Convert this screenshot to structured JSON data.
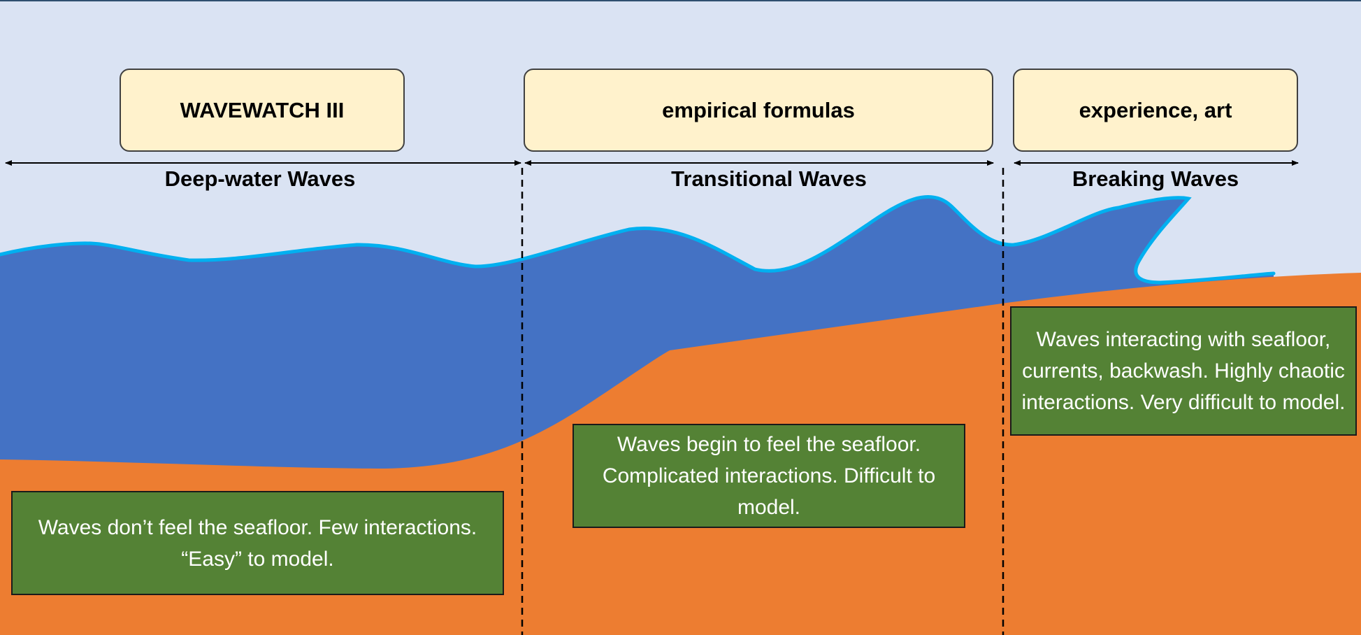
{
  "methods": [
    {
      "label": "WAVEWATCH III"
    },
    {
      "label": "empirical formulas"
    },
    {
      "label": "experience, art"
    }
  ],
  "zones": [
    {
      "label": "Deep-water Waves"
    },
    {
      "label": "Transitional Waves"
    },
    {
      "label": "Breaking Waves"
    }
  ],
  "notes": [
    {
      "text": "Waves don’t feel the seafloor. Few interactions. “Easy” to model."
    },
    {
      "text": "Waves begin to feel the seafloor. Complicated interactions. Difficult to model."
    },
    {
      "text": "Waves interacting with seafloor, currents, backwash. Highly chaotic interactions. Very difficult to model."
    }
  ],
  "colors": {
    "sky": "#dae3f3",
    "water": "#4472c4",
    "wave_crest_line": "#00b0f0",
    "seafloor": "#ed7d31",
    "method_box": "#fff2cc",
    "note_box": "#548235"
  }
}
